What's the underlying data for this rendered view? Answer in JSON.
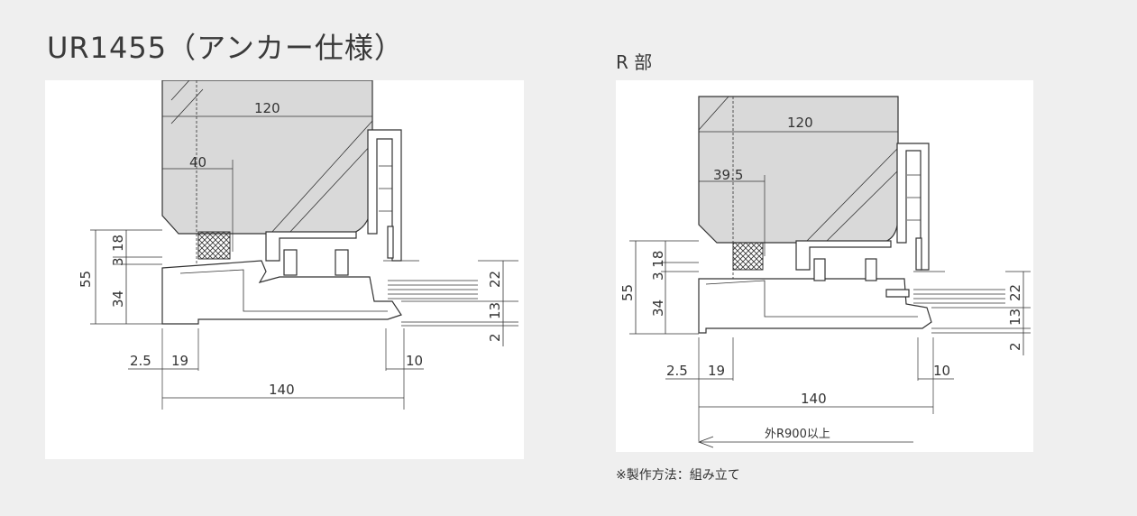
{
  "title": "UR1455（アンカー仕様）",
  "subtitle": "R 部",
  "note": "※製作方法：組み立て",
  "left": {
    "dims": {
      "width_glass": "120",
      "w40": "40",
      "h55": "55",
      "h18": "18",
      "h3": "3",
      "h34": "34",
      "r22": "22",
      "r13": "13",
      "r2": "2",
      "b25": "2.5",
      "b19": "19",
      "b10": "10",
      "b140": "140"
    }
  },
  "right": {
    "dims": {
      "width_glass": "120",
      "w395": "39.5",
      "h55": "55",
      "h318": "3 18",
      "h34": "34",
      "r22": "22",
      "r13": "13",
      "r2": "2",
      "b25": "2.5",
      "b19": "19",
      "b10": "10",
      "b140": "140",
      "radius": "外R900以上"
    }
  }
}
